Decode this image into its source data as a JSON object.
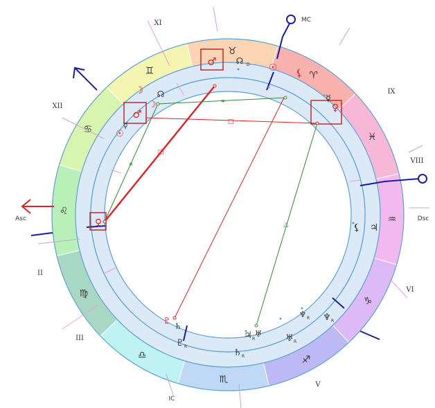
{
  "colors": {
    "background": "#ffffff",
    "ring_band": "#dce9f7",
    "ring_stroke": "#5a9fd4",
    "axis": "#1a1aa6",
    "asc_arrow": "#e02020",
    "mc_arrow": "#1a1aa6",
    "house_tick": "#b04ab0",
    "aspect_red": "#e02020",
    "aspect_green": "#2e8b2e",
    "planet_red": "#e02020",
    "planet_dark": "#333333",
    "highlight_box": "#c0282a"
  },
  "angles": {
    "asc": "Asc",
    "dsc": "Dsc",
    "mc": "MC",
    "ic": "IC"
  },
  "houses": [
    "XI",
    "XII",
    "II",
    "III",
    "V",
    "VI",
    "VIII",
    "IX"
  ],
  "signs": [
    {
      "name": "taurus",
      "glyph": "♉",
      "color": "#fbd5b3"
    },
    {
      "name": "aries",
      "glyph": "♈",
      "color": "#f9b1ae"
    },
    {
      "name": "pisces",
      "glyph": "♓",
      "color": "#f7b8d8"
    },
    {
      "name": "aquarius",
      "glyph": "♒",
      "color": "#f1b9ee"
    },
    {
      "name": "capricorn",
      "glyph": "♑",
      "color": "#ddb9f5"
    },
    {
      "name": "sagittarius",
      "glyph": "♐",
      "color": "#bdb9f5"
    },
    {
      "name": "scorpio",
      "glyph": "♏",
      "color": "#bfd8f5"
    },
    {
      "name": "libra",
      "glyph": "♎",
      "color": "#bff3f3"
    },
    {
      "name": "virgo",
      "glyph": "♍",
      "color": "#a8d8c4"
    },
    {
      "name": "leo",
      "glyph": "♌",
      "color": "#b8f0b8"
    },
    {
      "name": "cancer",
      "glyph": "♋",
      "color": "#d8f5b0"
    },
    {
      "name": "gemini",
      "glyph": "♊",
      "color": "#f3f5b0"
    }
  ],
  "planets_outer": [
    {
      "name": "mars-outer",
      "glyph": "♂",
      "color": "red"
    },
    {
      "name": "north-node-outer",
      "glyph": "☊",
      "sub": "D",
      "color": "dark"
    },
    {
      "name": "sun-outer",
      "glyph": "☉",
      "color": "red"
    },
    {
      "name": "lilith-outer",
      "glyph": "⚸",
      "color": "red"
    },
    {
      "name": "mercury-outer",
      "glyph": "☿",
      "color": "dark"
    },
    {
      "name": "venus-outer",
      "glyph": "♀",
      "color": "red"
    },
    {
      "name": "lilith-right",
      "glyph": "⚸",
      "color": "dark"
    },
    {
      "name": "jupiter-right",
      "glyph": "♃",
      "color": "dark"
    },
    {
      "name": "neptune-outer",
      "glyph": "♆",
      "sub": "R",
      "color": "dark"
    },
    {
      "name": "uranus-outer",
      "glyph": "♅",
      "sub": "R",
      "color": "dark"
    },
    {
      "name": "jupiter-outer",
      "glyph": "♃",
      "sub": "R",
      "color": "dark"
    },
    {
      "name": "pluto-outer",
      "glyph": "♇",
      "sub": "R",
      "color": "dark"
    },
    {
      "name": "saturn-outer",
      "glyph": "♄",
      "sub": "R",
      "color": "dark"
    }
  ],
  "planets_inner": [
    {
      "name": "moon-inner-1",
      "glyph": "☽",
      "color": "red"
    },
    {
      "name": "node-inner",
      "glyph": "☊",
      "color": "dark"
    },
    {
      "name": "mars-inner",
      "glyph": "♂",
      "color": "red"
    },
    {
      "name": "moon-inner-2",
      "glyph": "☽",
      "color": "red"
    },
    {
      "name": "mercury-inner",
      "glyph": "☿",
      "color": "dark"
    },
    {
      "name": "sun-inner",
      "glyph": "☉",
      "color": "red"
    },
    {
      "name": "venus-inner",
      "glyph": "♀",
      "color": "red"
    },
    {
      "name": "pluto-inner",
      "glyph": "♇",
      "color": "red"
    },
    {
      "name": "saturn-inner",
      "glyph": "♄",
      "color": "dark"
    },
    {
      "name": "neptune-inner",
      "glyph": "♆",
      "sub": "R",
      "color": "dark"
    },
    {
      "name": "uranus-inner",
      "glyph": "♅",
      "color": "dark"
    }
  ],
  "aspect_symbols": {
    "sextile": "✶",
    "square": "□",
    "trine": "△"
  },
  "retro_mark": "R",
  "direct_mark": "D"
}
